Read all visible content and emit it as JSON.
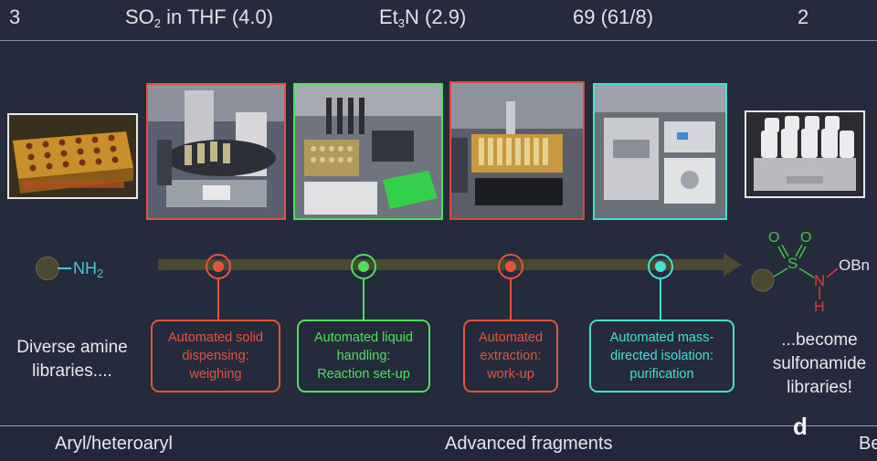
{
  "top_row": {
    "cell1": "3",
    "cell2_pre": "SO",
    "cell2_sub": "2",
    "cell2_post": " in THF (4.0)",
    "cell3_pre": "Et",
    "cell3_sub": "3",
    "cell3_post": "N (2.9)",
    "cell4": "69 (61/8)",
    "cell5": "2"
  },
  "amine": {
    "label": "NH",
    "sub": "2"
  },
  "left_caption": "Diverse amine\nlibraries....",
  "right_caption": "...become\nsulfonamide\nlibraries!",
  "steps": [
    {
      "text": "Automated solid\ndispensing:\nweighing",
      "color": "#e2553c"
    },
    {
      "text": "Automated liquid\nhandling:\nReaction set-up",
      "color": "#4fe05a"
    },
    {
      "text": "Automated\nextraction:\nwork-up",
      "color": "#e2553c"
    },
    {
      "text": "Automated mass-\ndirected isolation:\npurification",
      "color": "#45e0d0"
    }
  ],
  "product": {
    "o1": "O",
    "o2": "O",
    "s": "S",
    "n": "N",
    "obn": "OBn",
    "h": "H"
  },
  "panel_label": "d",
  "bottom_row": {
    "left": "Aryl/heteroaryl",
    "center": "Advanced fragments",
    "right": "Be"
  },
  "colors": {
    "background": "#262a3d",
    "timeline": "#4b4930",
    "red": "#e2553c",
    "green": "#4fe05a",
    "teal": "#45e0d0",
    "chem_green": "#3dc83a",
    "chem_red": "#e03a3a",
    "amine_cyan": "#46c6d8"
  }
}
